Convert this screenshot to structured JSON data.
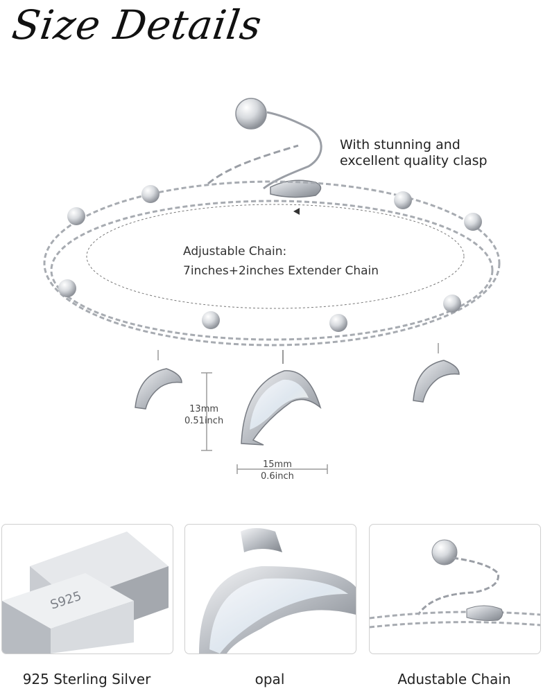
{
  "title": "Size Details",
  "clasp_note": [
    "With stunning and",
    "excellent quality clasp"
  ],
  "chain_label": [
    "Adjustable Chain:",
    "7inches+2inches Extender Chain"
  ],
  "dimensions": {
    "height_mm": "13mm",
    "height_in": "0.51inch",
    "width_mm": "15mm",
    "width_in": "0.6inch"
  },
  "thumbnails": [
    {
      "caption": "925 Sterling Silver",
      "stamp": "S925"
    },
    {
      "caption": "opal"
    },
    {
      "caption": "Adustable Chain"
    }
  ],
  "colors": {
    "silver": "#c8ccd2",
    "opal": "#e9eef3",
    "text": "#222222"
  }
}
